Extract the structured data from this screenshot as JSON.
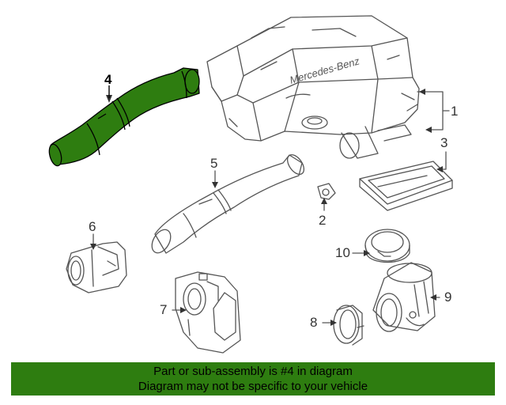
{
  "colors": {
    "highlight_fill": "#2e7d10",
    "highlight_stroke": "#000000",
    "line_art": "#555555",
    "banner_bg": "#2e7d10"
  },
  "diagram": {
    "brand_lettering": "Mercedes-Benz",
    "callouts": [
      "1",
      "2",
      "3",
      "4",
      "5",
      "6",
      "7",
      "8",
      "9",
      "10"
    ],
    "highlighted_part": "4"
  },
  "banner": {
    "line1": "Part or sub-assembly is #4 in diagram",
    "line2": "Diagram may not be specific to your vehicle"
  }
}
